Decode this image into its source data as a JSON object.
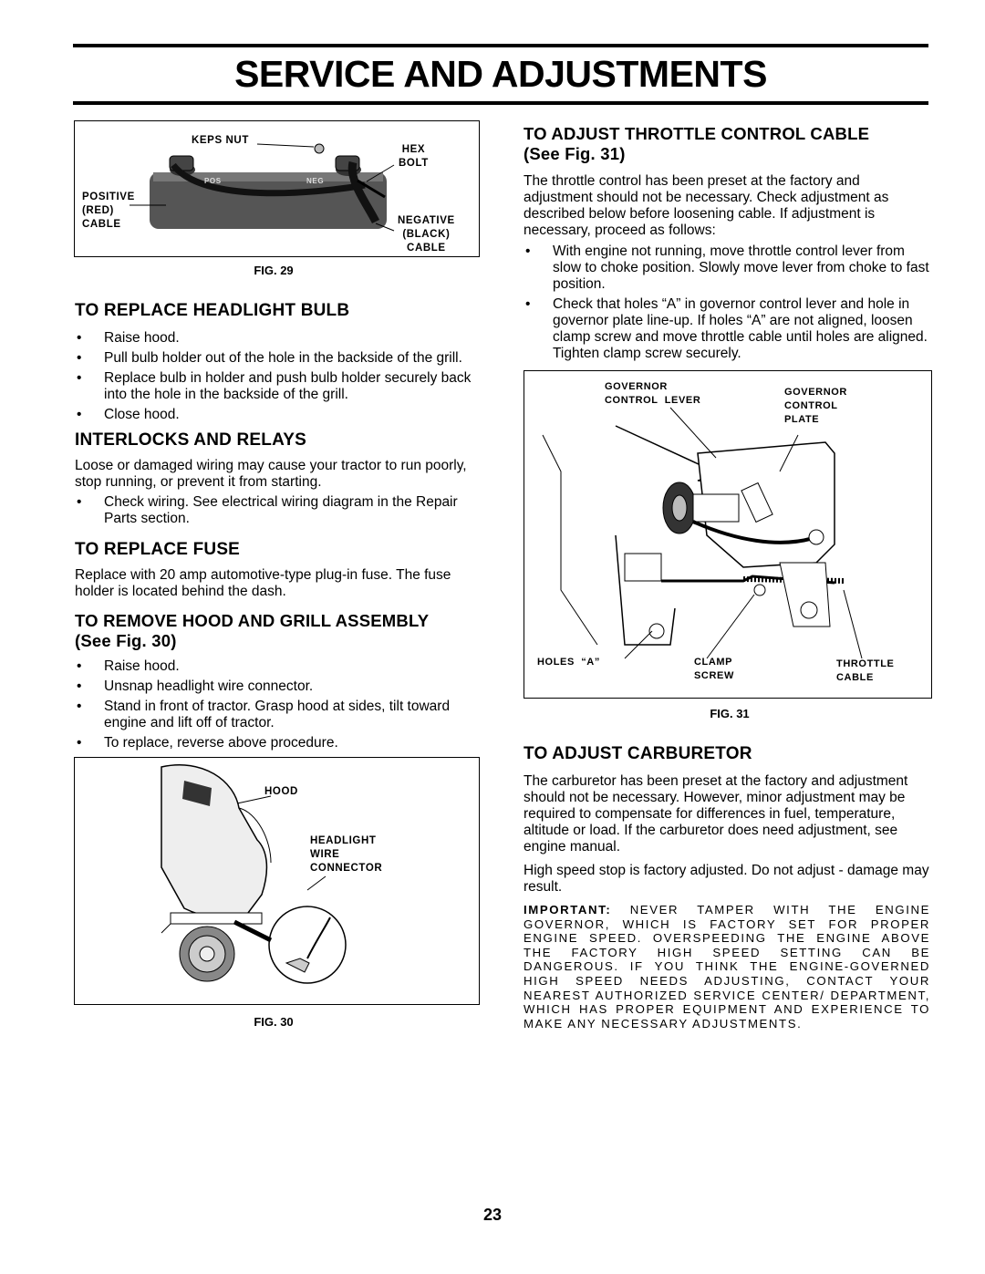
{
  "header": {
    "title": "SERVICE AND ADJUSTMENTS"
  },
  "fig29": {
    "labels": {
      "keps_nut": "KEPS NUT",
      "hex_bolt": "HEX\nBOLT",
      "positive": "POSITIVE\n(RED)\nCABLE",
      "negative": "NEGATIVE\n(BLACK)\nCABLE",
      "pos_mark": "POS",
      "neg_mark": "NEG"
    },
    "caption": "FIG. 29"
  },
  "headlight": {
    "heading": "TO REPLACE HEADLIGHT BULB",
    "steps": [
      "Raise hood.",
      "Pull bulb holder out of the hole in the backside of the grill.",
      "Replace bulb in holder and push bulb holder securely back into the hole in the backside of the grill.",
      "Close hood."
    ]
  },
  "interlocks": {
    "heading": "INTERLOCKS AND RELAYS",
    "text": "Loose or damaged wiring may cause your tractor to run poorly, stop running, or prevent it from starting.",
    "steps": [
      "Check wiring. See electrical wiring diagram in the Repair Parts section."
    ]
  },
  "fuse": {
    "heading": "TO REPLACE FUSE",
    "text": "Replace with 20 amp automotive-type plug-in fuse. The fuse holder is located behind the dash."
  },
  "hood": {
    "heading_line1": "TO REMOVE HOOD AND GRILL ASSEMBLY",
    "heading_line2": "(See Fig. 30)",
    "steps": [
      "Raise hood.",
      "Unsnap headlight wire connector.",
      "Stand in front of tractor. Grasp hood at sides, tilt toward engine and lift off of tractor.",
      "To replace, reverse above procedure."
    ]
  },
  "fig30": {
    "labels": {
      "hood": "HOOD",
      "connector": "HEADLIGHT\nWIRE\nCONNECTOR"
    },
    "caption": "FIG. 30"
  },
  "throttle": {
    "heading_line1": "TO ADJUST THROTTLE CONTROL CABLE",
    "heading_line2": "(See Fig. 31)",
    "text": "The throttle control has been preset at the factory and adjustment should not be necessary. Check adjustment as described below before loosening cable. If adjustment is necessary, proceed as follows:",
    "steps": [
      "With engine not running, move throttle control lever from slow to choke position. Slowly move lever from choke to fast position.",
      "Check that holes “A” in governor control lever and hole in governor plate line-up. If holes “A” are not aligned, loosen clamp screw and move throttle cable until holes are aligned. Tighten clamp screw securely."
    ]
  },
  "fig31": {
    "labels": {
      "gov_lever": "GOVERNOR\nCONTROL  LEVER",
      "gov_plate": "GOVERNOR\nCONTROL\nPLATE",
      "holes_a": "HOLES  “A”",
      "clamp": "CLAMP\nSCREW",
      "throttle_cable": "THROTTLE\nCABLE"
    },
    "caption": "FIG. 31"
  },
  "carburetor": {
    "heading": "TO ADJUST CARBURETOR",
    "text1": "The carburetor has been preset at the factory and adjustment should not be necessary. However, minor adjustment may be required to compensate for differences in fuel, temperature, altitude or load. If the carburetor does need adjustment, see engine manual.",
    "text2": "High speed stop is factory adjusted. Do not adjust - damage may result.",
    "important_label": "IMPORTANT:",
    "important_text": "NEVER TAMPER WITH THE ENGINE GOVERNOR, WHICH IS FACTORY SET FOR PROPER ENGINE SPEED. OVERSPEEDING THE ENGINE ABOVE THE FACTORY HIGH SPEED SETTING CAN BE DANGEROUS. IF YOU THINK THE ENGINE-GOVERNED HIGH SPEED NEEDS ADJUSTING, CONTACT YOUR NEAREST AUTHORIZED SERVICE CENTER/ DEPARTMENT, WHICH HAS PROPER EQUIPMENT AND EXPERIENCE TO MAKE ANY NECESSARY ADJUSTMENTS."
  },
  "footer": {
    "page_number": "23"
  }
}
